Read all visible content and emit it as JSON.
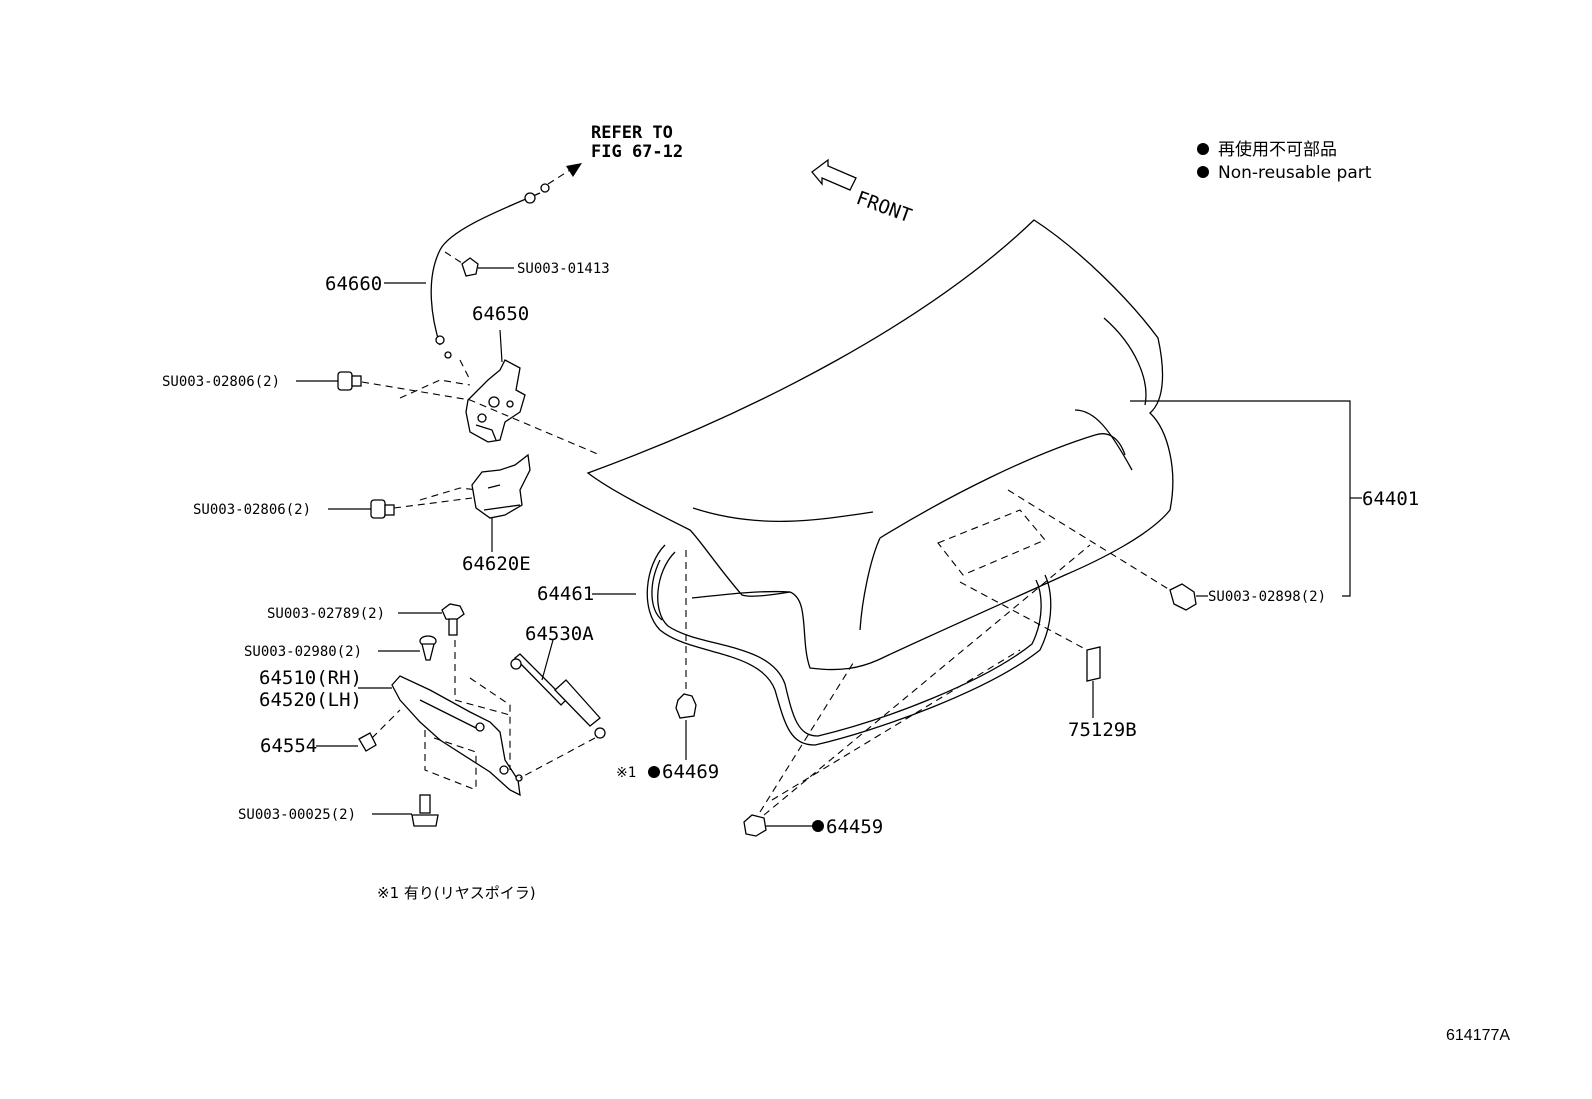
{
  "refer_note": {
    "line1": "REFER TO",
    "line2": "FIG 67-12"
  },
  "front_label": "FRONT",
  "legend": {
    "symbol": "●",
    "line_jp": "再使用不可部品",
    "line_en": "Non-reusable part"
  },
  "parts": {
    "p64660": "64660",
    "p64650": "64650",
    "p64620E": "64620E",
    "p64461": "64461",
    "p64530A": "64530A",
    "p64510": "64510(RH)",
    "p64520": "64520(LH)",
    "p64554": "64554",
    "p64469": "64469",
    "p64469_prefix": "※1",
    "p64459": "64459",
    "p64401": "64401",
    "p75129B": "75129B",
    "su_01413": "SU003-01413",
    "su_02806_a": "SU003-02806(2)",
    "su_02806_b": "SU003-02806(2)",
    "su_02789": "SU003-02789(2)",
    "su_02980": "SU003-02980(2)",
    "su_00025": "SU003-00025(2)",
    "su_02898": "SU003-02898(2)"
  },
  "footnote": "※1 有り(リヤスポイラ)",
  "figure_id": "614177A",
  "colors": {
    "ink": "#000000",
    "background": "#ffffff"
  },
  "icons": [
    "front-arrow-icon",
    "non-reusable-dot-icon"
  ]
}
